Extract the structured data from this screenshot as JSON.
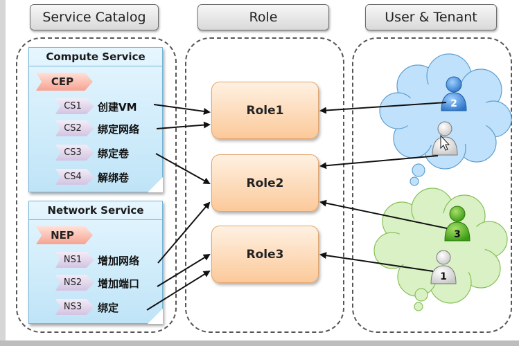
{
  "headers": {
    "service_catalog": "Service Catalog",
    "role": "Role",
    "user_tenant": "User & Tenant"
  },
  "compute": {
    "title": "Compute Service",
    "endpoint": "CEP",
    "items": [
      {
        "code": "CS1",
        "label": "创建VM"
      },
      {
        "code": "CS2",
        "label": "绑定网络"
      },
      {
        "code": "CS3",
        "label": "绑定卷"
      },
      {
        "code": "CS4",
        "label": "解绑卷"
      }
    ]
  },
  "network": {
    "title": "Network Service",
    "endpoint": "NEP",
    "items": [
      {
        "code": "NS1",
        "label": "增加网络"
      },
      {
        "code": "NS2",
        "label": "增加端口"
      },
      {
        "code": "NS3",
        "label": "绑定"
      }
    ]
  },
  "roles": [
    "Role1",
    "Role2",
    "Role3"
  ],
  "tenants": [
    {
      "color": "blue",
      "users": [
        "2",
        ""
      ]
    },
    {
      "color": "green",
      "users": [
        "3",
        "1"
      ]
    }
  ],
  "colors": {
    "panel_blue": "#bfe4f7",
    "endpoint_salmon": "#f6a391",
    "service_lavender": "#d3c4e2",
    "role_orange": "#fbc99a",
    "cloud_blue": "#bfe1fb",
    "cloud_green": "#d9f1c4",
    "user_blue": "#2f75c9",
    "user_green": "#3a9a12",
    "user_gray": "#e6e6e6"
  },
  "icons": [
    "person-icon",
    "mouse-pointer-icon"
  ]
}
